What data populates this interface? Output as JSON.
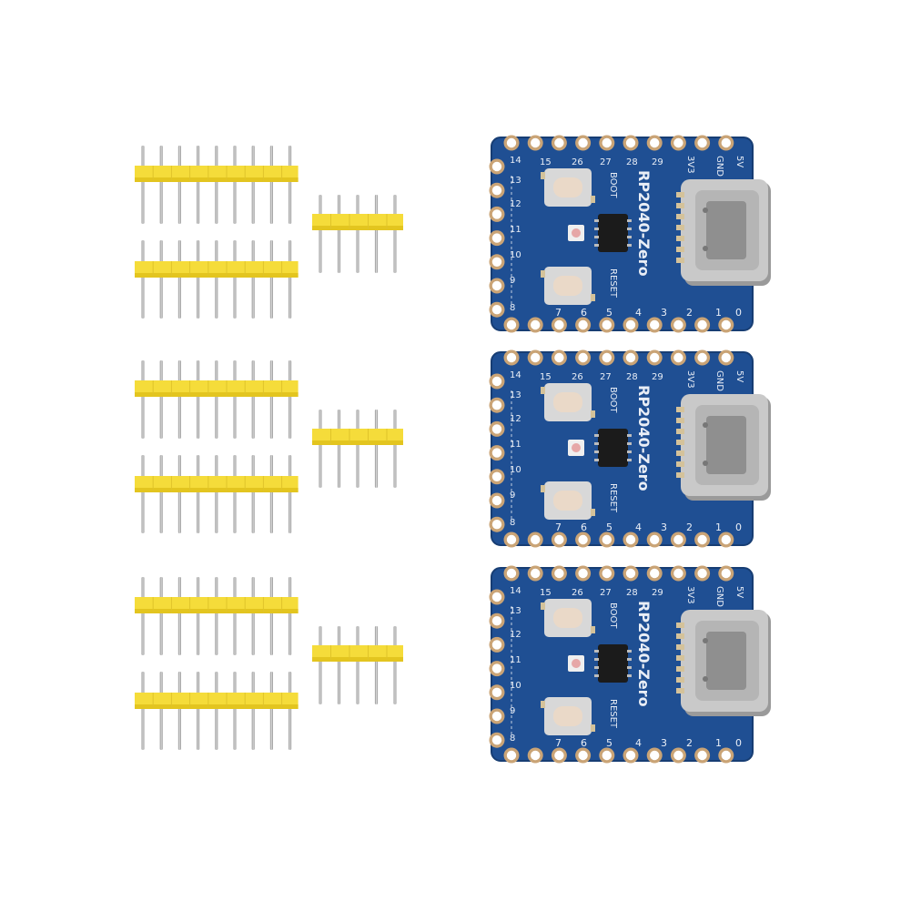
{
  "scene": {
    "description_free": true,
    "colors": {
      "background": "#ffffff",
      "pcb": "#1f4f93",
      "pcb_edge": "#173d73",
      "pad": "#caa476",
      "pad_hole": "#ffffff",
      "header_plastic": "#f5dc3a",
      "header_plastic_shadow": "#e3c51f",
      "pin_metal": "#a9a9a9",
      "usb_metal": "#c9c9c9",
      "button_base": "#d8d8d8",
      "button_cap": "#ead9c8",
      "chip": "#1b1b1b",
      "silkscreen": "#e9eef6"
    }
  },
  "board": {
    "name": "RP2040-Zero",
    "count": 3,
    "labels": {
      "boot": "BOOT",
      "reset": "RESET",
      "top_pins": [
        "15",
        "26",
        "27",
        "28",
        "29",
        "3V3",
        "GND",
        "5V"
      ],
      "left_pins": [
        "14",
        "13",
        "12",
        "11",
        "10",
        "9",
        "8"
      ],
      "bottom_pins": [
        "7",
        "6",
        "5",
        "4",
        "3",
        "2",
        "1",
        "0"
      ]
    }
  },
  "headers": {
    "long_pin_count": 9,
    "short_pin_count": 5,
    "sets": 3
  }
}
